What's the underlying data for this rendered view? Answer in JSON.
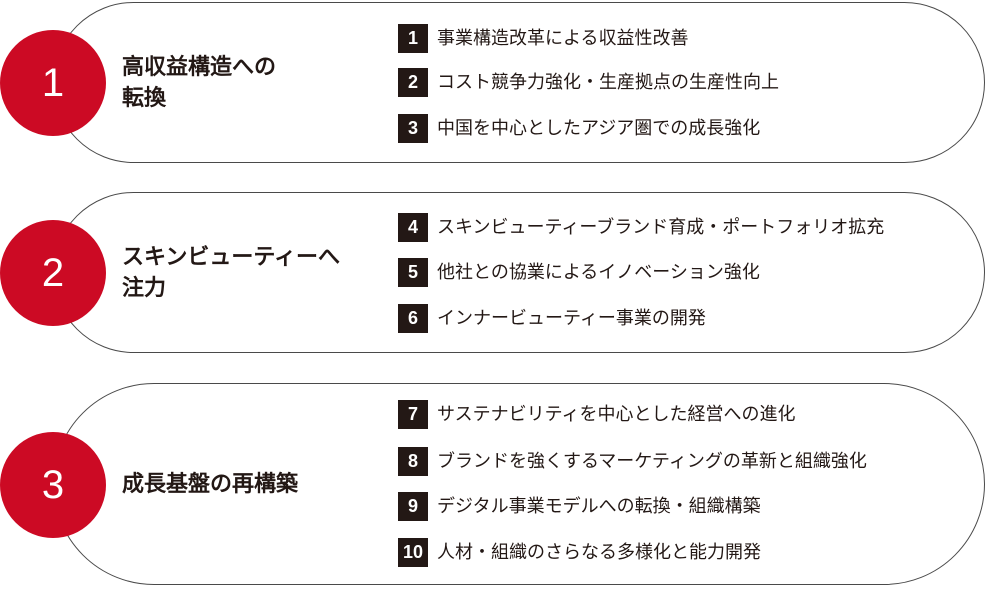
{
  "strategies": [
    {
      "number": "1",
      "title_lines": [
        "高収益構造への",
        "転換"
      ],
      "items": [
        {
          "number": "1",
          "text": "事業構造改革による収益性改善"
        },
        {
          "number": "2",
          "text": "コスト競争力強化・生産拠点の生産性向上"
        },
        {
          "number": "3",
          "text": "中国を中心としたアジア圏での成長強化"
        }
      ]
    },
    {
      "number": "2",
      "title_lines": [
        "スキンビューティーへ",
        "注力"
      ],
      "items": [
        {
          "number": "4",
          "text": "スキンビューティーブランド育成・ポートフォリオ拡充"
        },
        {
          "number": "5",
          "text": "他社との協業によるイノベーション強化"
        },
        {
          "number": "6",
          "text": "インナービューティー事業の開発"
        }
      ]
    },
    {
      "number": "3",
      "title_lines": [
        "成長基盤の再構築"
      ],
      "items": [
        {
          "number": "7",
          "text": "サステナビリティを中心とした経営への進化"
        },
        {
          "number": "8",
          "text": "ブランドを強くするマーケティングの革新と組織強化"
        },
        {
          "number": "9",
          "text": "デジタル事業モデルへの転換・組織構築"
        },
        {
          "number": "10",
          "text": "人材・組織のさらなる多様化と能力開発"
        }
      ]
    }
  ],
  "colors": {
    "accent_red": "#cc0a24",
    "number_box": "#231815",
    "text": "#231815",
    "border": "#4a4a4a"
  }
}
